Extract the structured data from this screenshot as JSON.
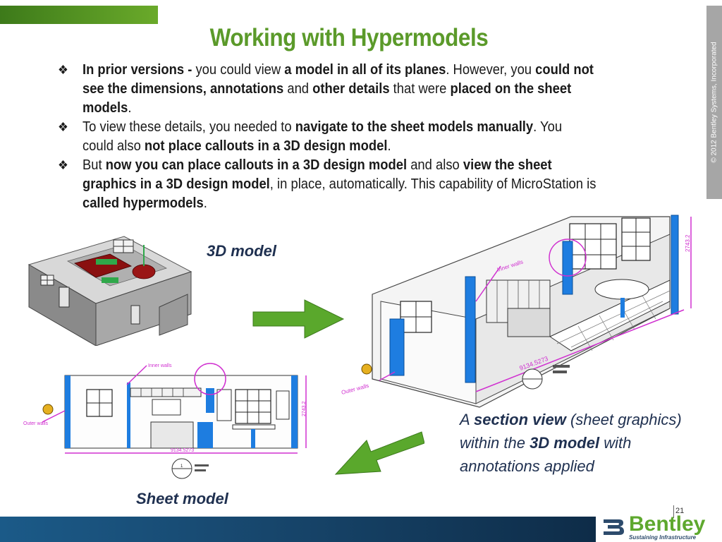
{
  "slide": {
    "title": "Working with Hypermodels",
    "copyright": "© 2012 Bentley Systems, Incorporated",
    "page_number": "21"
  },
  "bullets": {
    "b1": {
      "p1": "In prior versions - ",
      "p2": "you could view ",
      "p3": "a model in all of its planes",
      "p4": ". However, you ",
      "p5": "could not see the dimensions, annotations",
      "p6": " and ",
      "p7": "other details",
      "p8": " that were ",
      "p9": "placed on the sheet models",
      "p10": "."
    },
    "b2": {
      "p1": "To view these details, you needed to ",
      "p2": "navigate to the sheet models manually",
      "p3": ". You could also ",
      "p4": "not place callouts in a 3D design model",
      "p5": "."
    },
    "b3": {
      "p1": "But ",
      "p2": "now you can place callouts in a 3D design model",
      "p3": " and also ",
      "p4": "view the sheet graphics in a 3D design model",
      "p5": ", in place, automatically. This capability of MicroStation is ",
      "p6": "called hypermodels",
      "p7": "."
    },
    "marker": "❖"
  },
  "labels": {
    "model_3d": "3D model",
    "sheet_model": "Sheet model"
  },
  "caption": {
    "c1": "A ",
    "c2": "section view",
    "c3": " (sheet graphics) within the ",
    "c4": "3D model",
    "c5": " with annotations applied"
  },
  "drawing": {
    "inner_walls": "Inner walls",
    "outer_walls": "Outer walls",
    "dim_length": "9134.5273",
    "dim_height": "2743.2",
    "tag_number": "1"
  },
  "logo": {
    "name": "Bentley",
    "tagline": "Sustaining Infrastructure"
  },
  "colors": {
    "title_green": "#5b9a2a",
    "arrow_green": "#5aa82c",
    "dimension_magenta": "#d030d0",
    "wall_blue": "#1e7de0",
    "footer_blue": "#17466c"
  }
}
